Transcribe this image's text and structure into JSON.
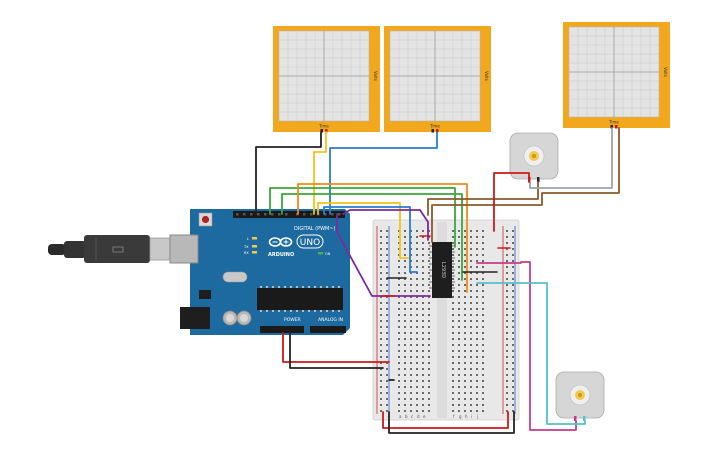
{
  "scene": {
    "oscilloscopes": [
      {
        "id": "osc-1",
        "time_label": "Time",
        "volts_label": "Volts"
      },
      {
        "id": "osc-2",
        "time_label": "Time",
        "volts_label": "Volts"
      },
      {
        "id": "osc-3",
        "time_label": "Time",
        "volts_label": "Volts"
      }
    ],
    "arduino": {
      "brand": "ARDUINO",
      "model": "UNO",
      "digital_header_label": "DIGITAL (PWM~)",
      "power_label": "POWER",
      "analog_label": "ANALOG IN",
      "tx_label": "TX",
      "rx_label": "RX",
      "l_label": "L",
      "on_label": "ON"
    },
    "ic_chip": {
      "label": "L293D"
    },
    "breadboard": {
      "column_letters_left": [
        "a",
        "b",
        "c",
        "d",
        "e"
      ],
      "column_letters_right": [
        "f",
        "g",
        "h",
        "i",
        "j"
      ]
    },
    "motors": [
      {
        "id": "motor-1"
      },
      {
        "id": "motor-2"
      }
    ],
    "colors": {
      "scope_frame": "#f2a81d",
      "scope_screen": "#e4e4e4",
      "arduino_board": "#1d6aa0",
      "breadboard": "#e8e8e8",
      "wire_red": "#d01818",
      "wire_black": "#222222",
      "wire_green": "#3aa83a",
      "wire_blue": "#2a7bd0",
      "wire_yellow": "#f0c419",
      "wire_orange": "#f08a19",
      "wire_purple": "#7a2aa0",
      "wire_brown": "#8a5a2a",
      "wire_gray": "#9aa4b0",
      "wire_teal": "#56c0c8",
      "wire_pink": "#c83a8a"
    }
  }
}
